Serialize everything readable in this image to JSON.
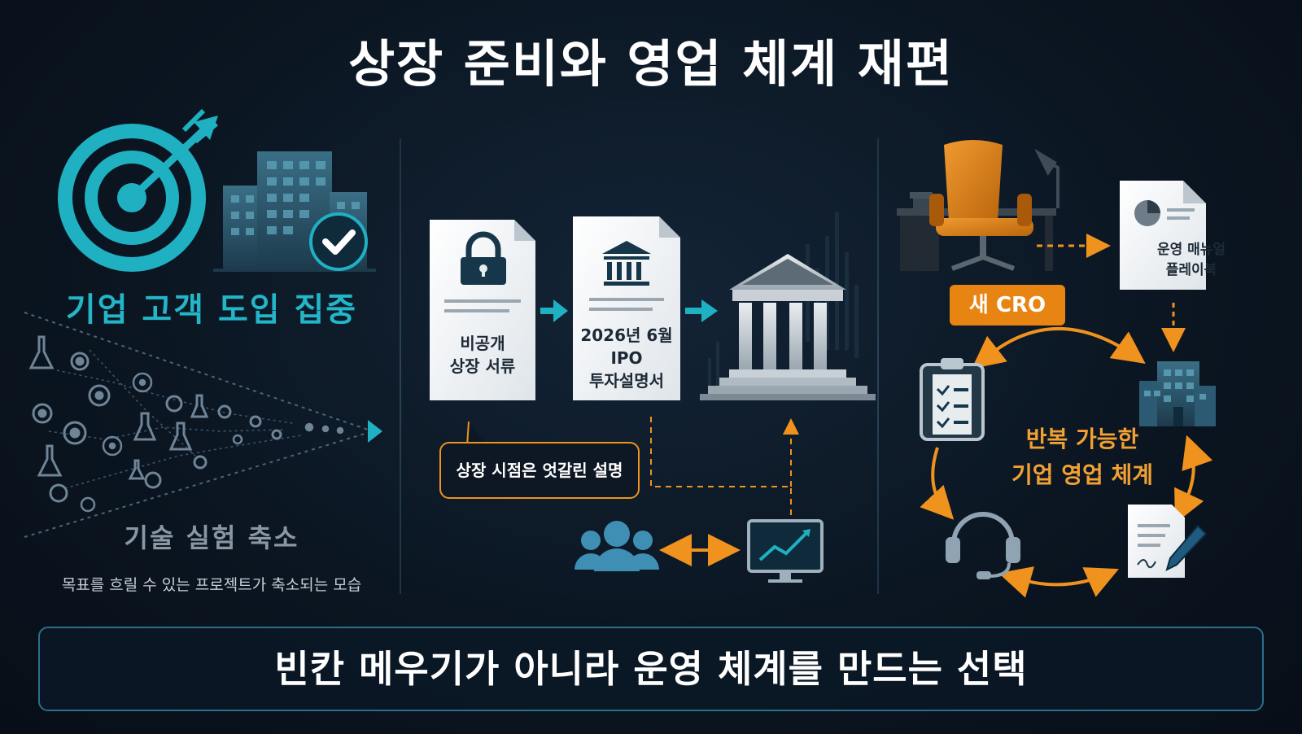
{
  "title": "상장 준비와 영업 체계 재편",
  "left": {
    "focus_label": "기업 고객 도입 집중",
    "shrink_label": "기술 실험 축소",
    "shrink_caption": "목표를 흐릴 수 있는 프로젝트가 축소되는 모습"
  },
  "middle": {
    "doc1_line1": "비공개",
    "doc1_line2": "상장 서류",
    "doc2_line1": "2026년 6월",
    "doc2_line2": "IPO",
    "doc2_line3": "투자설명서",
    "callout": "상장 시점은 엇갈린 설명"
  },
  "right": {
    "cro_badge": "새 CRO",
    "manual_line1": "운영 매뉴얼",
    "manual_line2": "플레이북",
    "cycle_line1": "반복 가능한",
    "cycle_line2": "기업 영업 체계"
  },
  "bottom_banner": "빈칸 메우기가 아니라 운영 체계를 만드는 선택",
  "colors": {
    "teal": "#22b6c8",
    "orange": "#f0921e",
    "background": "#0b1622"
  }
}
